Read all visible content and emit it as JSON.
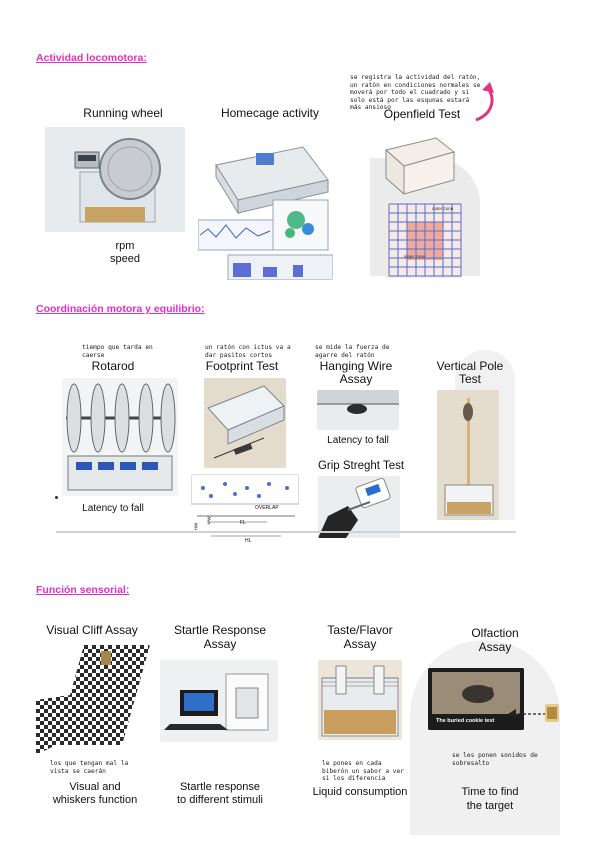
{
  "sections": {
    "locomotora": {
      "title": "Actividad locomotora:",
      "running_wheel": {
        "label": "Running wheel",
        "caption_1": "rpm",
        "caption_2": "speed"
      },
      "homecage": {
        "label": "Homecage activity"
      },
      "openfield": {
        "label": "Openfield Test",
        "note": "se registra la actividad del ratón,\nun ratón en condiciones normales se\nmoverá por todo el cuadrado y si\nsolo está por las esqunas estará\nmás ansioso",
        "grid_label_1": "outer zone",
        "grid_label_2": "inner zone"
      }
    },
    "coordinacion": {
      "title": "Coordinación motora y equilibrio:",
      "rotarod": {
        "label": "Rotarod",
        "note": "tiempo que tarda en\ncaerse",
        "caption": "Latency to fall"
      },
      "footprint": {
        "label": "Footprint Test",
        "note": "un ratón con ictus va a\ndar pasitos cortos",
        "overlap": "OVERLAP",
        "fl": "FL",
        "hl": "HL",
        "ml": "MW",
        "hw": "HW"
      },
      "hanging": {
        "label_1": "Hanging Wire",
        "label_2": "Assay",
        "note": "se mide la fuerza de\nagarre del ratón",
        "caption": "Latency to fall"
      },
      "grip": {
        "label": "Grip Streght Test"
      },
      "vertical": {
        "label_1": "Vertical Pole",
        "label_2": "Test"
      }
    },
    "sensorial": {
      "title": "Función sensorial:",
      "visual": {
        "label": "Visual Cliff Assay",
        "note": "los que tengan mal la\nvista se caerán",
        "caption_1": "Visual and",
        "caption_2": "whiskers function"
      },
      "startle": {
        "label_1": "Startle Response",
        "label_2": "Assay",
        "caption_1": "Startle response",
        "caption_2": "to different stimuli"
      },
      "taste": {
        "label_1": "Taste/Flavor",
        "label_2": "Assay",
        "note": "le pones en cada\nbiberón un sabor a ver\nsi los diferencia",
        "caption": "Liquid consumption"
      },
      "olfaction": {
        "label_1": "Olfaction",
        "label_2": "Assay",
        "note": "se les ponen sonidos de\nsobresalto",
        "inner": "The buried cookie test",
        "caption_1": "Time to find",
        "caption_2": "the target"
      }
    }
  },
  "colors": {
    "accent": "#e030c8",
    "watermark": "#ebebeb",
    "grid_blue": "#4a70d8",
    "grid_salmon": "#f2a99a"
  }
}
